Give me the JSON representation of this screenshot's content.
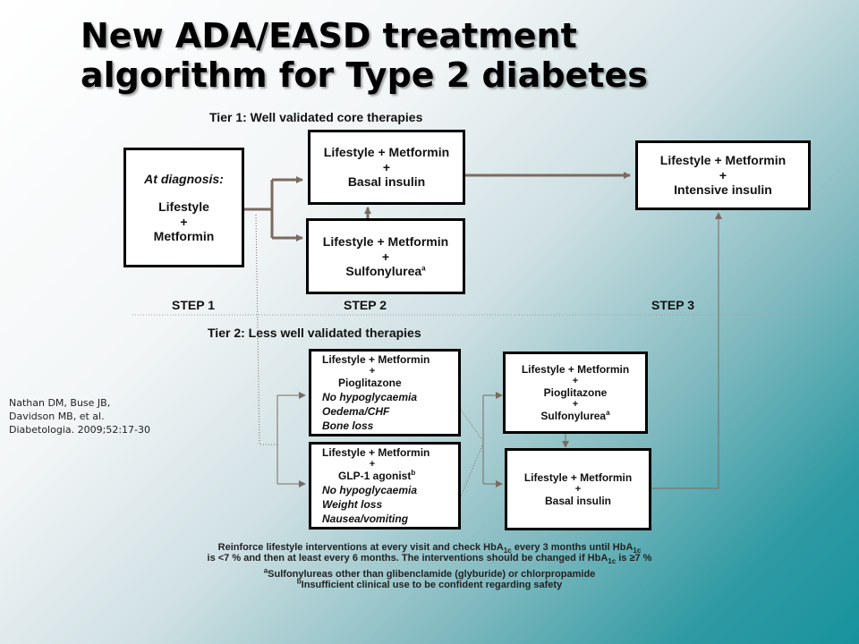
{
  "slide": {
    "title_line1": "New ADA/EASD treatment",
    "title_line2": "algorithm for Type 2 diabetes",
    "tier1_label": "Tier 1: Well validated core therapies",
    "tier2_label": "Tier 2:  Less well validated therapies",
    "steps": [
      "STEP 1",
      "STEP 2",
      "STEP 3"
    ]
  },
  "tier1": {
    "diagnosis": {
      "heading": "At diagnosis:",
      "line1": "Lifestyle",
      "plus": "+",
      "line2": "Metformin"
    },
    "basal": {
      "line1": "Lifestyle + Metformin",
      "plus": "+",
      "line2": "Basal insulin"
    },
    "sulfonylurea": {
      "line1": "Lifestyle + Metformin",
      "plus": "+",
      "line2": "Sulfonylurea",
      "note": "a"
    },
    "intensive": {
      "line1": "Lifestyle + Metformin",
      "plus": "+",
      "line2": "Intensive insulin"
    }
  },
  "tier2": {
    "pioglitazone": {
      "line1": "Lifestyle + Metformin",
      "plus": "+",
      "line2": "Pioglitazone",
      "notes": [
        "No hypoglycaemia",
        "Oedema/CHF",
        "Bone loss"
      ]
    },
    "glp1": {
      "line1": "Lifestyle + Metformin",
      "plus": "+",
      "line2": "GLP-1 agonist",
      "note": "b",
      "notes": [
        "No hypoglycaemia",
        "Weight loss",
        "Nausea/vomiting"
      ]
    },
    "pio_su": {
      "line1": "Lifestyle + Metformin",
      "plus1": "+",
      "line2": "Pioglitazone",
      "plus2": "+",
      "line3": "Sulfonylurea",
      "note": "a"
    },
    "basal": {
      "line1": "Lifestyle + Metformin",
      "plus": "+",
      "line2": "Basal insulin"
    }
  },
  "citation": {
    "line1": "Nathan DM, Buse JB,",
    "line2": "Davidson MB, et al.",
    "line3": "Diabetologia. 2009;52:17-30"
  },
  "footer": {
    "line1_a": "Reinforce lifestyle interventions at every visit and check HbA",
    "line1_sub": "1c",
    "line1_b": " every 3 months until HbA",
    "line1_sub2": "1c",
    "line2_a": "is <7 % and then at least every 6 months. The interventions should be changed if HbA",
    "line2_sub": "1c",
    "line2_b": " is ≥7 %",
    "note_a_mark": "a",
    "note_a": "Sulfonylureas other than glibenclamide (glyburide) or chlorpropamide",
    "note_b_mark": "b",
    "note_b": "Insufficient clinical use to be confident regarding safety"
  },
  "colors": {
    "arrow": "#7a6a63",
    "divider": "#9aa0a4",
    "box_border": "#000000"
  }
}
